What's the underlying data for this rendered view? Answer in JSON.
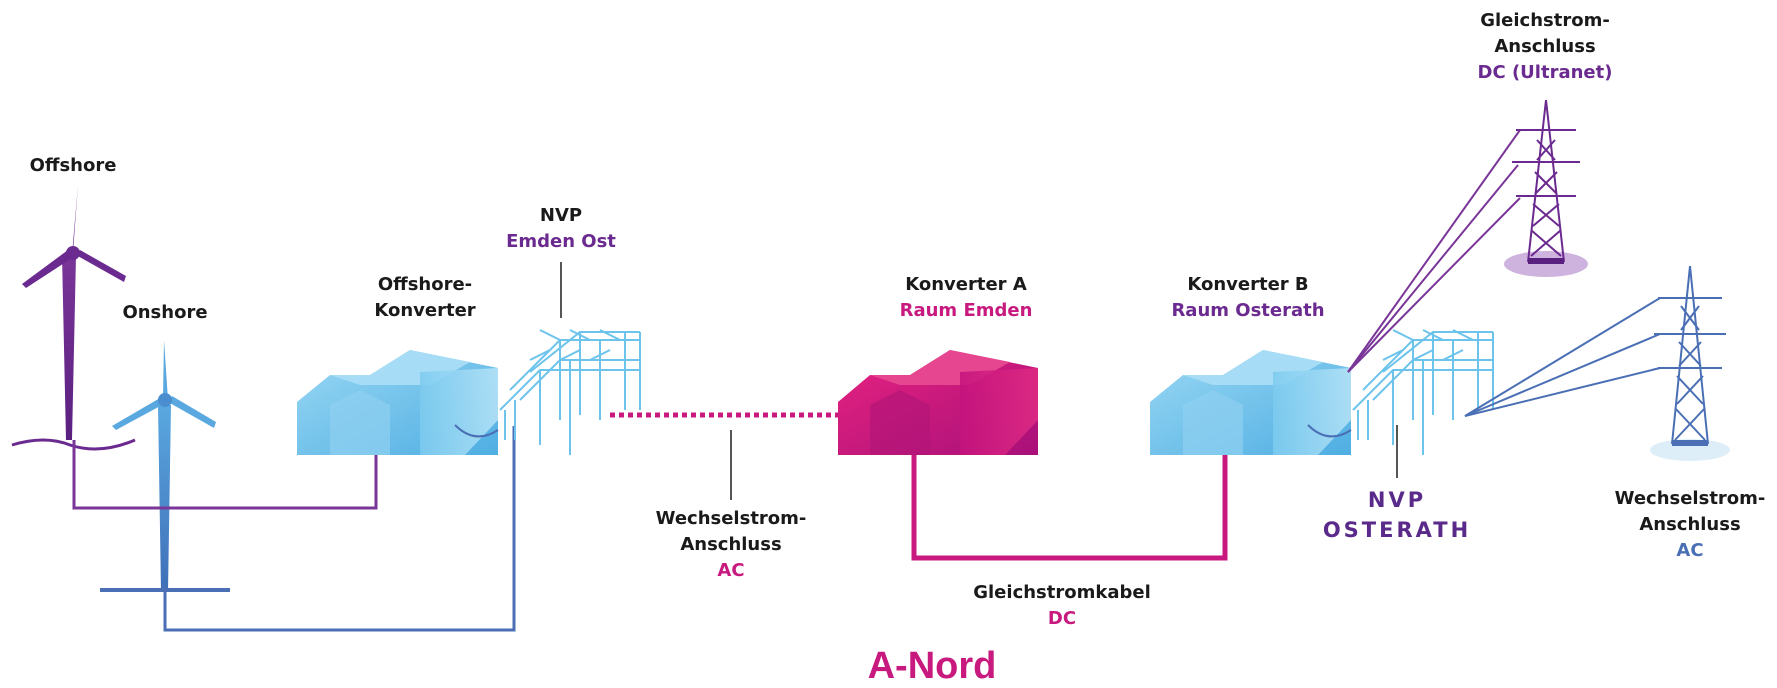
{
  "title": "A-Nord",
  "labels": {
    "offshore": "Offshore",
    "onshore": "Onshore",
    "offshore_konverter": [
      "Offshore-",
      "Konverter"
    ],
    "nvp_emden": {
      "line1": "NVP",
      "line2": "Emden Ost"
    },
    "konverter_a": {
      "line1": "Konverter A",
      "line2": "Raum Emden"
    },
    "konverter_b": {
      "line1": "Konverter B",
      "line2": "Raum Osterath"
    },
    "gleichstrom_anschluss": {
      "line1": "Gleichstrom-",
      "line2": "Anschluss",
      "line3": "DC (Ultranet)"
    },
    "wechselstrom_mid": {
      "line1": "Wechselstrom-",
      "line2": "Anschluss",
      "line3": "AC"
    },
    "gleichstromkabel": {
      "line1": "Gleichstromkabel",
      "line2": "DC"
    },
    "nvp_osterath": {
      "line1": "NVP",
      "line2": "OSTERATH"
    },
    "wechselstrom_right": {
      "line1": "Wechselstrom-",
      "line2": "Anschluss",
      "line3": "AC"
    }
  },
  "colors": {
    "purple": "#6b2a8f",
    "magenta": "#c8197f",
    "light_blue": "#6cc3ec",
    "steel_blue": "#4a6fb5",
    "dark_text": "#1a1a1a"
  }
}
